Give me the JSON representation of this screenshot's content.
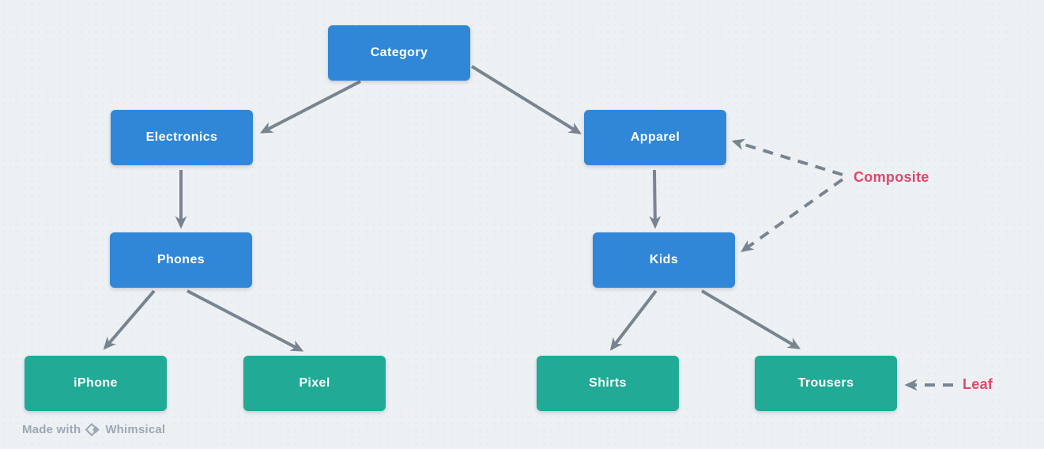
{
  "colors": {
    "canvas_bg": "#edf1f4",
    "composite_node": "#3187d7",
    "leaf_node": "#21aa96",
    "edge": "#788490",
    "annotation": "#e0466a",
    "node_text": "#ffffff",
    "watermark": "#9da8b4"
  },
  "diagram": {
    "type": "tree",
    "nodes": [
      {
        "id": "category",
        "label": "Category",
        "kind": "composite"
      },
      {
        "id": "electronics",
        "label": "Electronics",
        "kind": "composite"
      },
      {
        "id": "apparel",
        "label": "Apparel",
        "kind": "composite"
      },
      {
        "id": "phones",
        "label": "Phones",
        "kind": "composite"
      },
      {
        "id": "kids",
        "label": "Kids",
        "kind": "composite"
      },
      {
        "id": "iphone",
        "label": "iPhone",
        "kind": "leaf"
      },
      {
        "id": "pixel",
        "label": "Pixel",
        "kind": "leaf"
      },
      {
        "id": "shirts",
        "label": "Shirts",
        "kind": "leaf"
      },
      {
        "id": "trousers",
        "label": "Trousers",
        "kind": "leaf"
      }
    ],
    "edges": [
      {
        "from": "category",
        "to": "electronics",
        "style": "solid"
      },
      {
        "from": "category",
        "to": "apparel",
        "style": "solid"
      },
      {
        "from": "electronics",
        "to": "phones",
        "style": "solid"
      },
      {
        "from": "apparel",
        "to": "kids",
        "style": "solid"
      },
      {
        "from": "phones",
        "to": "iphone",
        "style": "solid"
      },
      {
        "from": "phones",
        "to": "pixel",
        "style": "solid"
      },
      {
        "from": "kids",
        "to": "shirts",
        "style": "solid"
      },
      {
        "from": "kids",
        "to": "trousers",
        "style": "solid"
      },
      {
        "from": "composite-annotation",
        "to": "apparel",
        "style": "dashed"
      },
      {
        "from": "composite-annotation",
        "to": "kids",
        "style": "dashed"
      },
      {
        "from": "leaf-annotation",
        "to": "trousers",
        "style": "dashed"
      }
    ],
    "annotations": [
      {
        "id": "composite",
        "label": "Composite"
      },
      {
        "id": "leaf",
        "label": "Leaf"
      }
    ]
  },
  "watermark": {
    "prefix": "Made with",
    "brand": "Whimsical",
    "icon": "whimsical-diamond-icon"
  }
}
